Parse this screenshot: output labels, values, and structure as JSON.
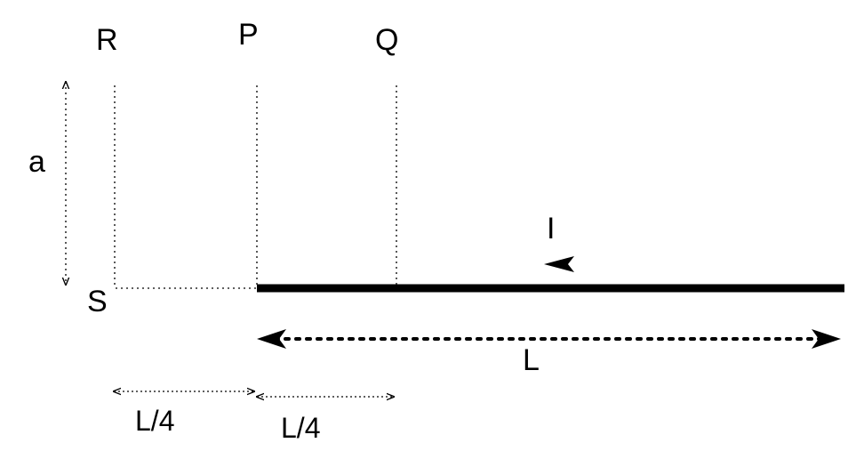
{
  "labels": {
    "point_r": "R",
    "point_p": "P",
    "point_q": "Q",
    "point_s": "S",
    "distance_a": "a",
    "current": "I",
    "length": "L",
    "quarter_left": "L/4",
    "quarter_right": "L/4"
  },
  "colors": {
    "ink": "#000000",
    "background": "#ffffff"
  }
}
